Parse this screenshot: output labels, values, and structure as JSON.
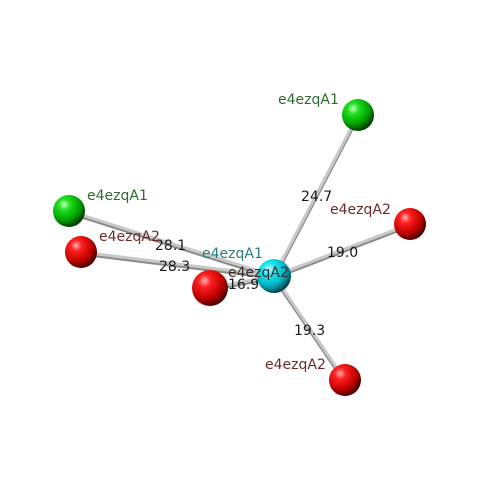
{
  "colors": {
    "background": "#ffffff",
    "bond": "#c8c8c8",
    "bond_shadow": "#8a8a8a",
    "label_A1": "#2e6b2e",
    "label_A2": "#6b2a2a",
    "label_center_A1": "#2a7b80",
    "label_center_A2": "#3a2a2a",
    "distance_text": "#1a1a1a"
  },
  "center": {
    "label_top": "e4ezqA1",
    "label_main": "e4ezqA2",
    "color": "cyan"
  },
  "atoms": [
    {
      "label": "e4ezqA1",
      "color": "green",
      "distance": "24.7"
    },
    {
      "label": "e4ezqA2",
      "color": "red",
      "distance": "19.0"
    },
    {
      "label": "e4ezqA1",
      "color": "green",
      "distance": "28.1"
    },
    {
      "label": "e4ezqA2",
      "color": "red",
      "distance": "28.3"
    },
    {
      "label": "",
      "color": "red",
      "distance": "16.9"
    },
    {
      "label": "e4ezqA2",
      "color": "red",
      "distance": "19.3"
    }
  ]
}
